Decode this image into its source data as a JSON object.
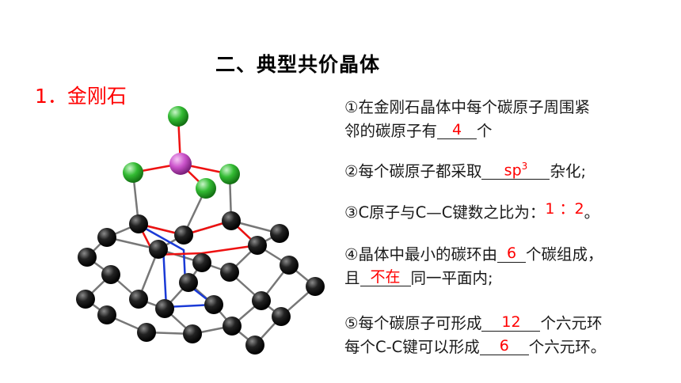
{
  "title": "二、典型共价晶体",
  "section": "1．金刚石",
  "items": [
    {
      "line1": "①在金刚石晶体中每个碳原子周围紧",
      "line2_pre": "邻的碳原子有",
      "answer": "4",
      "line2_post": "个"
    },
    {
      "pre": "②每个碳原子都采取",
      "answer_base": "sp",
      "answer_sup": "3",
      "post": "杂化;"
    },
    {
      "pre": "③C原子与C—C键数之比为：",
      "answer": "1 ：2",
      "post": "。"
    },
    {
      "line1_pre": "④晶体中最小的碳环由",
      "answer1": "6",
      "line1_post": "个碳组成，",
      "line2_pre": "且",
      "answer2": "不在",
      "line2_post": "同一平面内;"
    },
    {
      "line1_pre": "⑤每个碳原子可形成",
      "answer1": "12",
      "line1_post": "个六元环",
      "line2_pre": "每个C-C键可以形成",
      "answer2": "6",
      "line2_post": "个六元环。"
    }
  ],
  "colors": {
    "answer": "#ff0000",
    "central_atom": "#cc55cc",
    "neighbor_atom": "#33bb33",
    "lattice_atom": "#111111",
    "ring_highlight": "#ff0000",
    "chair_ring": "#0000ff"
  }
}
